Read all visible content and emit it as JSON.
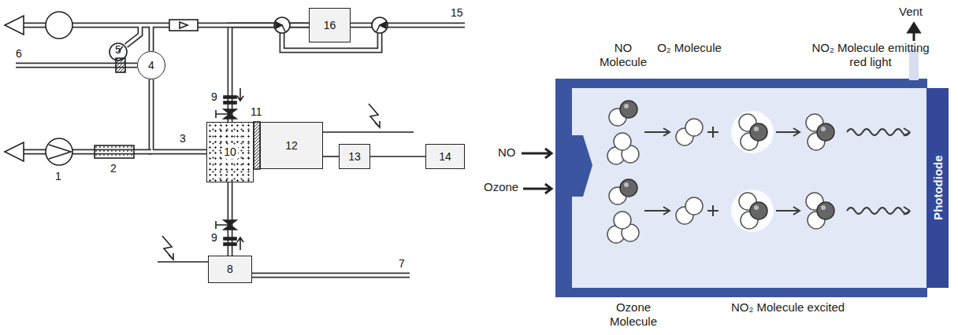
{
  "diagram": {
    "nodes": [
      {
        "text": [
          "16"
        ]
      },
      {
        "text": [
          "4"
        ]
      },
      {
        "text": [
          "10"
        ]
      },
      {
        "text": [
          "12"
        ]
      },
      {
        "text": [
          "13"
        ]
      },
      {
        "text": [
          "14"
        ]
      },
      {
        "text": [
          "8"
        ]
      },
      {
        "text": [
          "Photodiode"
        ]
      }
    ],
    "edges": [
      {
        "from": 0,
        "to": 2,
        "arrow": "none"
      },
      {
        "from": 1,
        "to": 2,
        "arrow": "none"
      },
      {
        "from": 6,
        "to": 2,
        "arrow": "none"
      },
      {
        "from": 3,
        "to": 4,
        "arrow": "none"
      },
      {
        "from": 4,
        "to": 5,
        "arrow": "none"
      }
    ],
    "labels": [
      "15",
      "6",
      "5",
      "11",
      "3",
      "2",
      "1",
      "9",
      "9",
      "7",
      "Vent",
      "NO Molecule",
      "O₂ Molecule",
      "NO₂ Molecule emitting red light",
      "NO",
      "Ozone",
      "Ozone Molecule",
      "NO₂ Molecule excited"
    ]
  }
}
